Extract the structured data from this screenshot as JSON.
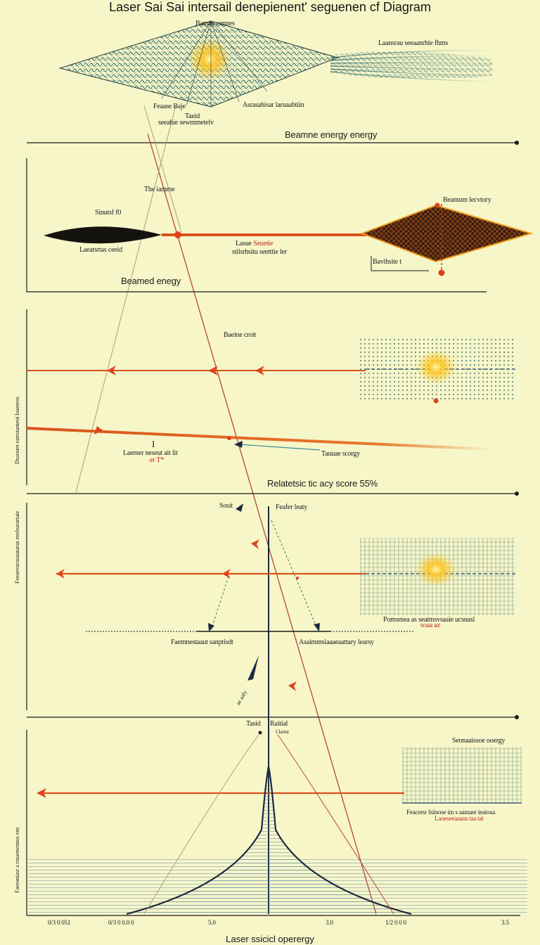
{
  "title": "Laser Sai Sai intersail denepienent' seguenen cf Diagram",
  "bottom_label": "Laser ssicicl operergy",
  "colors": {
    "background": "#f7f6c9",
    "beam": "#d9531c",
    "mesh": "#2f6b6a",
    "core_glow": "#ffc21a",
    "dark_mesh": "#3a1d10",
    "axis": "#1c2a40",
    "curve_fill": "#5a8aa8"
  },
  "panel1": {
    "top_label": "Bamne cennes",
    "right_label": "Laansrau seeaanrhie fhms",
    "bottom_left_label": "Feaase Baje",
    "bottom_center_label_1": "Taeid",
    "bottom_center_label_2": "seeahie sewmmetelv",
    "bottom_right_label": "Asrasahisar laruaabtiin",
    "divider_label": "Beamne energy energy"
  },
  "panel2": {
    "label_top": "The iamme",
    "label_left_top": "Sinutsf f0",
    "label_left_bottom": "Laeatsrtas ceeid",
    "label_center_1": "Lasue",
    "label_center_1_red": "Seuetie",
    "label_center_2": "stilsrhsitu seetttie ler",
    "label_right_top": "Beamum lecvtory",
    "label_right_bottom": "Bavihsite t",
    "bottom_label": "Beamed enegy"
  },
  "panel3": {
    "label_top": "Baeine croit",
    "label_below": "Laemer neseut ait lit",
    "label_below_red": "er T*",
    "label_marker": "I",
    "label_right": "Tauuae scorgy",
    "side_label": "Dsseutet eatestanteoi Ioaeteos",
    "divider_label": "Relatetsic tic acy score 55%"
  },
  "panel4": {
    "label_left": "Sosit",
    "label_top": "Feafer leaty",
    "label_mid_left": "Faemnestaaut sanptisdt",
    "label_mid_right": "Asaimmsiaaaeaattary learsy",
    "label_right": "Pomsmea as seatmsvsaaie ucsnasl",
    "label_right_red": "soaa az",
    "arrow_label": "ae aafy",
    "side_label": "Foeaeestrasuataeut enelearartaie"
  },
  "panel5": {
    "label_top_left": "Tasid",
    "label_top_right": "Raitial",
    "label_top_small": "Clarnst",
    "label_right_top": "Seonaaissoe ooergy",
    "label_right_bottom": "Feacersr fsiisose im s aamaer ieaioua",
    "label_right_bottom_red": "Laoeseeaaans taa tat",
    "side_label": "Faeeaniasr a rotaenenttos ens",
    "ticks": [
      "0/3 0 051",
      "0/3 0 0.0 0",
      "5.0",
      "3.0",
      "1/2 0 0 0",
      "3.5"
    ]
  }
}
